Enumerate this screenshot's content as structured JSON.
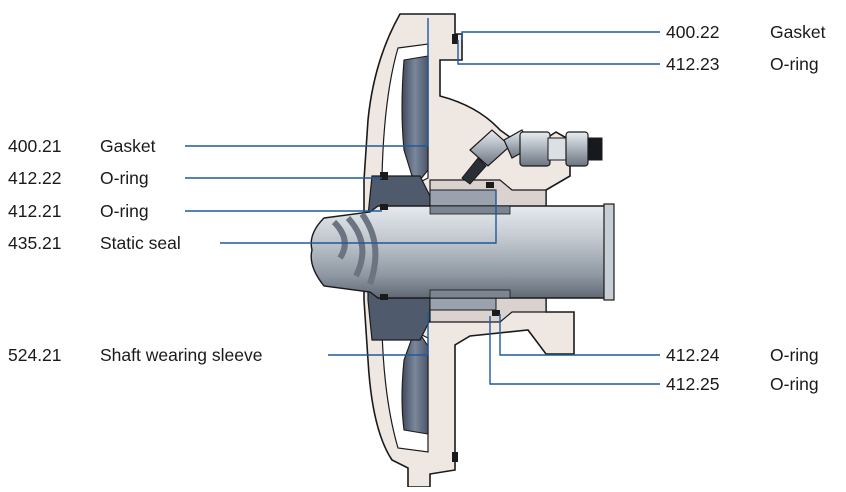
{
  "labels": [
    {
      "number": "400.22",
      "name": "Gasket"
    },
    {
      "number": "412.23",
      "name": "O-ring"
    },
    {
      "number": "400.21",
      "name": "Gasket"
    },
    {
      "number": "412.22",
      "name": "O-ring"
    },
    {
      "number": "412.21",
      "name": "O-ring"
    },
    {
      "number": "435.21",
      "name": "Static seal"
    },
    {
      "number": "524.21",
      "name": "Shaft wearing sleeve"
    },
    {
      "number": "412.24",
      "name": "O-ring"
    },
    {
      "number": "412.25",
      "name": "O-ring"
    }
  ],
  "colors": {
    "casing": "#efe7e2",
    "impeller": "#5e6b7f",
    "shaft": "#b9c0c8",
    "leader": "#1d5a9b",
    "outline": "#1a1a1a"
  }
}
